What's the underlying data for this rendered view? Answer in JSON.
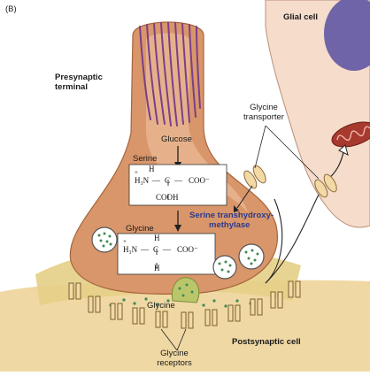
{
  "panel_label": "(B)",
  "labels": {
    "glial_cell": "Glial cell",
    "presynaptic_line1": "Presynaptic",
    "presynaptic_line2": "terminal",
    "glycine_transporter_line1": "Glycine",
    "glycine_transporter_line2": "transporter",
    "glucose": "Glucose",
    "serine": "Serine",
    "enzyme_line1": "Serine transhydroxy-",
    "enzyme_line2": "methylase",
    "glycine_top": "Glycine",
    "glycine_cleft": "Glycine",
    "postsynaptic_cell": "Postsynaptic cell",
    "receptors_line1": "Glycine",
    "receptors_line2": "receptors"
  },
  "serine_formula": {
    "plus": "+",
    "amine": "H₃N",
    "dash1": "—",
    "carbon": "C",
    "dash2": "—",
    "carboxyl": "COO⁻",
    "top_h": "H",
    "bottom": "COOH"
  },
  "glycine_formula": {
    "plus": "+",
    "amine": "H₃N",
    "dash1": "—",
    "carbon": "C",
    "dash2": "—",
    "carboxyl": "COO⁻",
    "top_h": "H",
    "bottom": "H"
  },
  "colors": {
    "terminal_fill": "#d9966a",
    "terminal_light": "#f1c9a4",
    "glial_fill": "#f6dccb",
    "glial_nucleus": "#6f64a8",
    "postsynaptic_fill": "#efd8a3",
    "cleft_fill": "#e6cf86",
    "receptor_fill": "#f2d9a6",
    "microtubule": "#7a3f8a",
    "vesicle_dot": "#3f8a54",
    "enzyme_text": "#2b3a8c"
  }
}
